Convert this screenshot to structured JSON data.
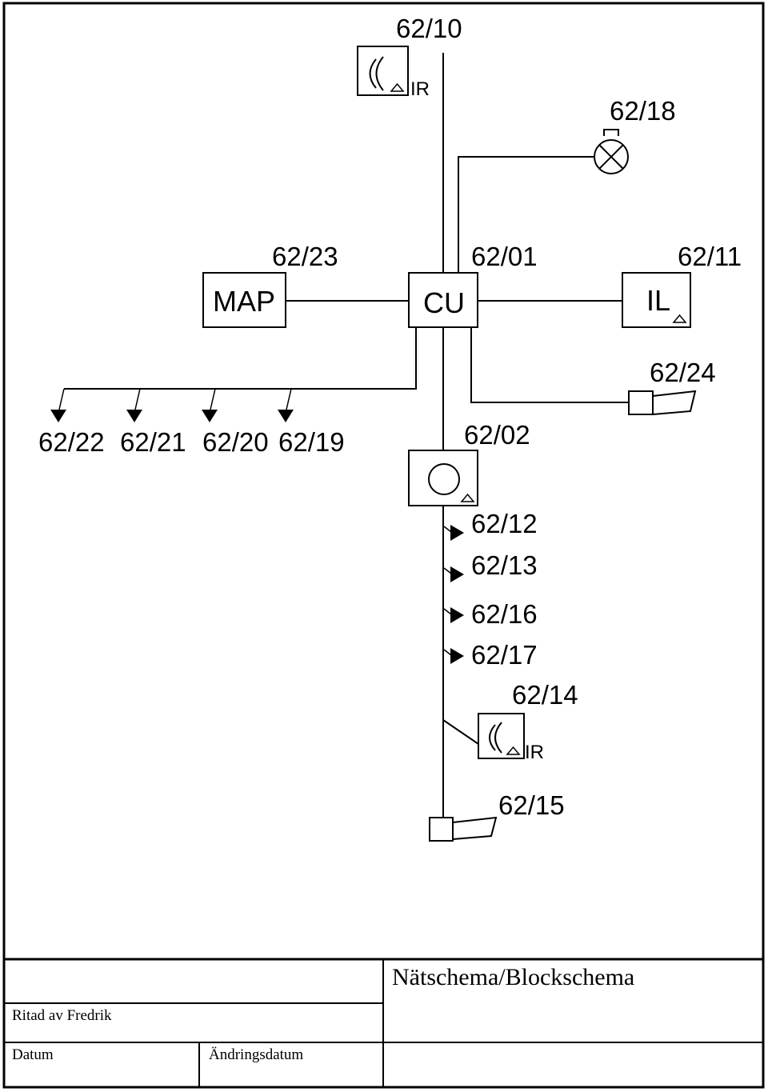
{
  "units": {
    "cu": {
      "id": "62/01",
      "label": "CU"
    },
    "map": {
      "id": "62/23",
      "label": "MAP"
    },
    "il": {
      "id": "62/11",
      "label": "IL"
    },
    "ir_top": {
      "id": "62/10",
      "label": "IR"
    },
    "lamp": {
      "id": "62/18"
    },
    "horn_right": {
      "id": "62/24"
    },
    "round_sensor": {
      "id": "62/02"
    },
    "ir_bottom": {
      "id": "62/14",
      "label": "IR"
    },
    "horn_bottom": {
      "id": "62/15"
    }
  },
  "left_outputs": [
    "62/22",
    "62/21",
    "62/20",
    "62/19"
  ],
  "bus_inputs": [
    "62/12",
    "62/13",
    "62/16",
    "62/17"
  ],
  "title_block": {
    "title": "Nätschema/Blockschema",
    "drawn_by": "Ritad av Fredrik",
    "date_label": "Datum",
    "changed_label": "Ändringsdatum"
  }
}
